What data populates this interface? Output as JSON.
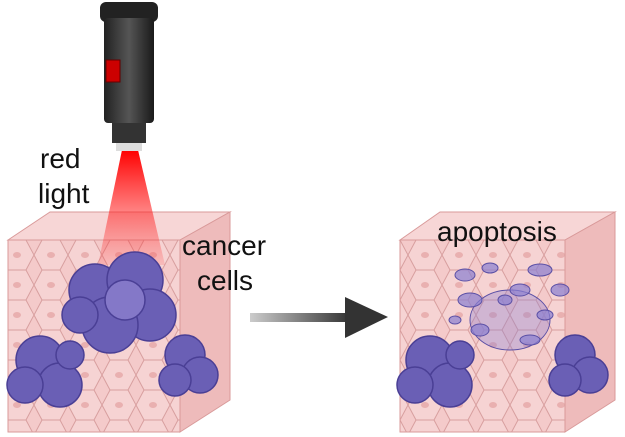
{
  "labels": {
    "red_light_line1": "red",
    "red_light_line2": "light",
    "cancer_line1": "cancer",
    "cancer_line2": "cells",
    "apoptosis": "apoptosis"
  },
  "colors": {
    "tissue": "#f2c3c3",
    "tissue_edge": "#d99a9a",
    "cancer": "#6a5fb5",
    "beam": "#ff1a1a",
    "arrow": "#333333"
  }
}
